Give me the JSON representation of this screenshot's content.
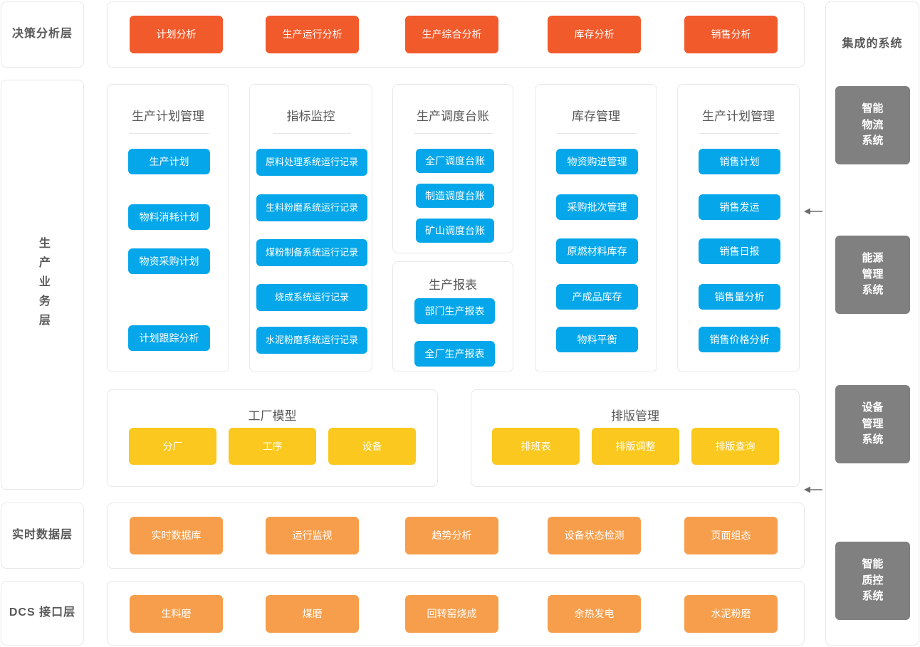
{
  "layers": [
    {
      "id": "decision",
      "label": "决策分析层"
    },
    {
      "id": "business",
      "label": "生产业务层"
    },
    {
      "id": "realtime",
      "label": "实时数据层"
    },
    {
      "id": "dcs",
      "label": "DCS 接口层"
    }
  ],
  "decision_layer": {
    "items": [
      "计划分析",
      "生产运行分析",
      "生产综合分析",
      "库存分析",
      "销售分析"
    ]
  },
  "business_layer": {
    "groups": [
      {
        "title": "生产计划管理",
        "items": [
          "生产计划",
          "物料消耗计划",
          "物资采购计划",
          "计划跟踪分析"
        ]
      },
      {
        "title": "指标监控",
        "items": [
          "原料处理系统运行记录",
          "生料粉磨系统运行记录",
          "煤粉制备系统运行记录",
          "烧成系统运行记录",
          "水泥粉磨系统运行记录"
        ]
      },
      {
        "title": "生产调度台账",
        "items": [
          "全厂调度台账",
          "制造调度台账",
          "矿山调度台账"
        ]
      },
      {
        "title": "生产报表",
        "items": [
          "部门生产报表",
          "全厂生产报表"
        ]
      },
      {
        "title": "库存管理",
        "items": [
          "物资购进管理",
          "采购批次管理",
          "原燃材料库存",
          "产成品库存",
          "物料平衡"
        ]
      },
      {
        "title": "生产计划管理",
        "items": [
          "销售计划",
          "销售发运",
          "销售日报",
          "销售量分析",
          "销售价格分析"
        ]
      }
    ],
    "model_groups": [
      {
        "title": "工厂模型",
        "items": [
          "分厂",
          "工序",
          "设备"
        ]
      },
      {
        "title": "排版管理",
        "items": [
          "排班表",
          "排版调整",
          "排版查询"
        ]
      }
    ]
  },
  "realtime_layer": {
    "items": [
      "实时数据库",
      "运行监视",
      "趋势分析",
      "设备状态检测",
      "页面组态"
    ]
  },
  "dcs_layer": {
    "items": [
      "生料磨",
      "煤磨",
      "回转窑烧成",
      "余热发电",
      "水泥粉磨"
    ]
  },
  "integrated_panel": {
    "title": "集成的系统",
    "systems": [
      "智能\n物流\n系统",
      "能源\n管理\n系统",
      "设备\n管理\n系统",
      "智能\n质控\n系统"
    ]
  },
  "colors": {
    "orange": "#f15a2b",
    "blue": "#06a7ea",
    "yellow": "#fac81e",
    "light_orange": "#f69e4b",
    "gray": "#808080",
    "border": "#e8e8e8",
    "text": "#595959"
  }
}
